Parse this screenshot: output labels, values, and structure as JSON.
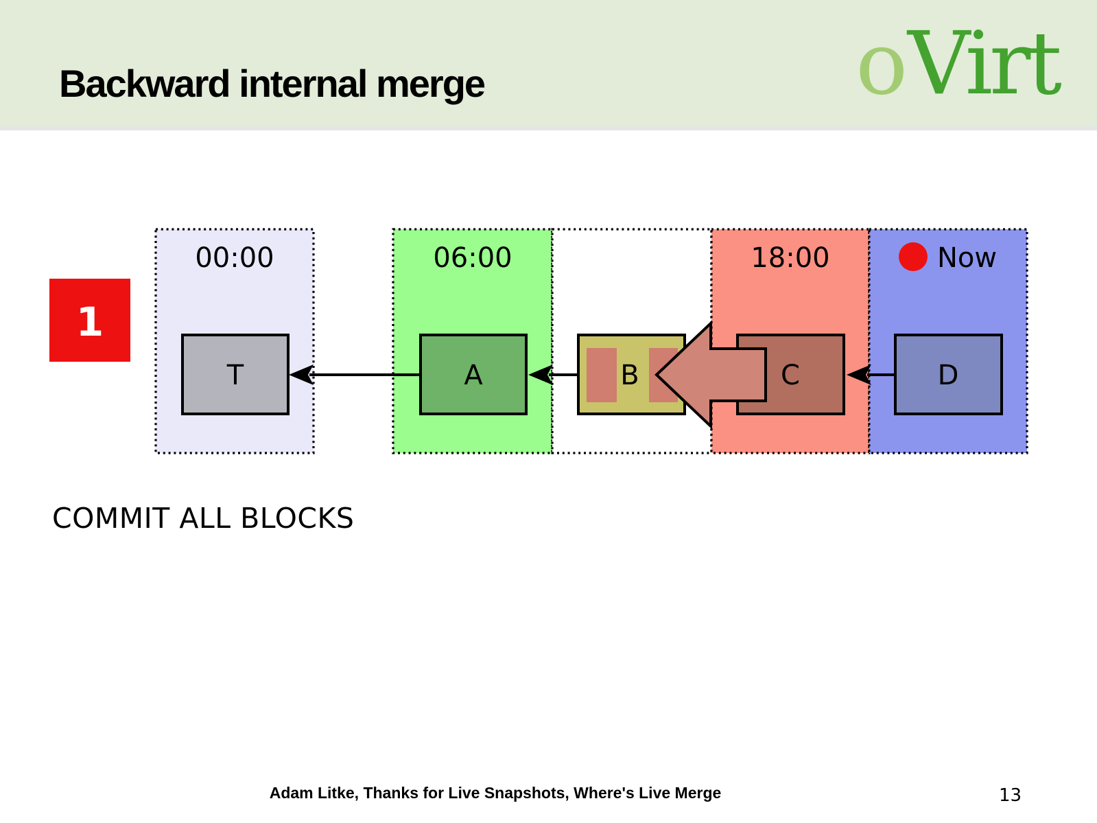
{
  "slide": {
    "title": "Backward internal merge",
    "caption": "COMMIT ALL BLOCKS",
    "footer": "Adam Litke, Thanks for Live Snapshots, Where's Live Merge",
    "page_number": "13"
  },
  "logo": {
    "text": "oVirt",
    "part_o": "o",
    "part_virt": "Virt",
    "color_o": "#a3cc72",
    "color_virt": "#44a22f"
  },
  "step_badge": {
    "label": "1",
    "color": "#ee1111",
    "text_color": "#ffffff"
  },
  "timeline": {
    "regions": [
      {
        "label": "00:00",
        "color": "#e9e9fa"
      },
      {
        "label": "06:00",
        "color": "#9afd8e"
      },
      {
        "label": "",
        "color": "#ffffff"
      },
      {
        "label": "18:00",
        "color": "#fb9183"
      },
      {
        "label": "Now",
        "color": "#8c95ee"
      }
    ],
    "now_marker_color": "#ee1111",
    "nodes": [
      {
        "label": "T",
        "color": "#b4b4bd"
      },
      {
        "label": "A",
        "color": "#6fb368"
      },
      {
        "label": "B",
        "color": "#c9c469"
      },
      {
        "label": "C",
        "color": "#b26e5f"
      },
      {
        "label": "D",
        "color": "#7e88c1"
      }
    ],
    "block_color": "#cf7e70",
    "merge_arrow_color": "#cf8577"
  }
}
